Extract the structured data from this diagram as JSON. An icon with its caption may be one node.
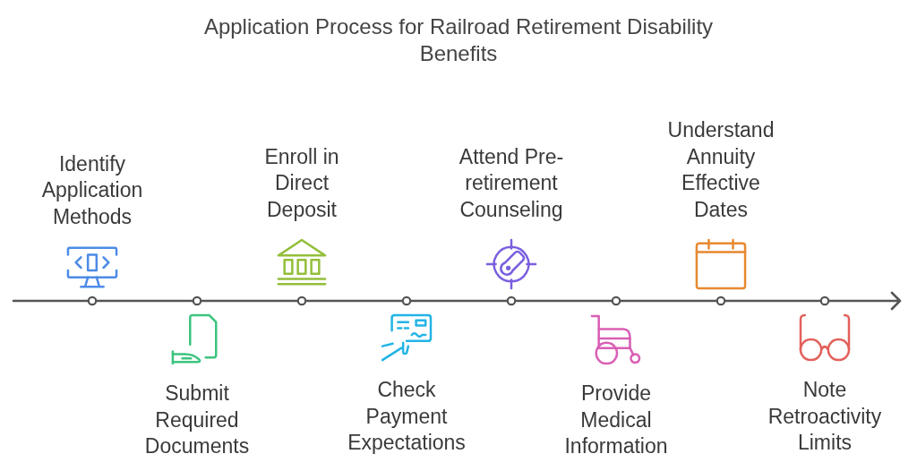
{
  "diagram": {
    "title": "Application Process for Railroad Retirement Disability Benefits",
    "nodes": [
      {
        "text": [
          "Identify Application Methods"
        ]
      },
      {
        "text": [
          "Submit Required Documents"
        ]
      },
      {
        "text": [
          "Enroll in Direct Deposit"
        ]
      },
      {
        "text": [
          "Check Payment Expectations"
        ]
      },
      {
        "text": [
          "Attend Pre-retirement Counseling"
        ]
      },
      {
        "text": [
          "Provide Medical Information"
        ]
      },
      {
        "text": [
          "Understand Annuity Effective Dates"
        ]
      },
      {
        "text": [
          "Note Retroactivity Limits"
        ]
      }
    ]
  }
}
